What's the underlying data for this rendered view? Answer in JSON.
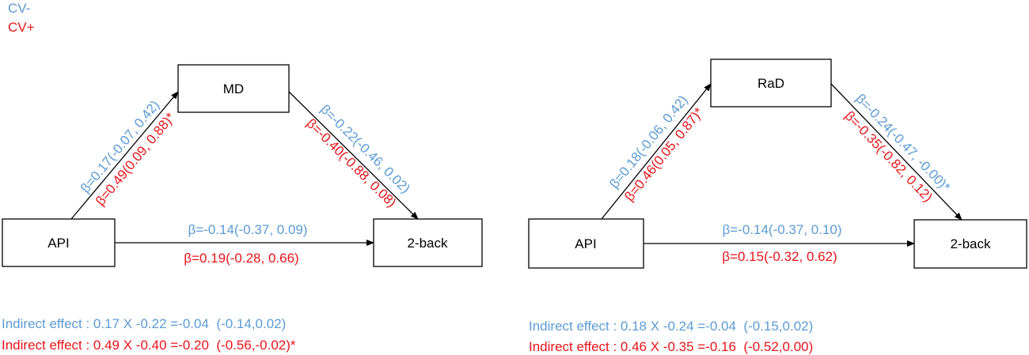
{
  "colors": {
    "cv_minus": "#5b9bd5",
    "cv_plus": "#e8141a",
    "box_border": "#000000",
    "arrow": "#000000"
  },
  "legend": {
    "cv_minus": "CV-",
    "cv_plus": "CV+"
  },
  "panels": [
    {
      "mediator": "MD",
      "predictor": "API",
      "outcome": "2-back",
      "a_path": {
        "cv_minus": "β=0.17(-0.07, 0.42)",
        "cv_plus": "β=0.49(0.09, 0.88)",
        "cv_plus_mark": "*"
      },
      "b_path": {
        "cv_minus": "β=-0.22(-0.46, 0.02)",
        "cv_plus": "β=-0.40(-0.88, 0.08)"
      },
      "c_path": {
        "cv_minus": "β=-0.14(-0.37, 0.09)",
        "cv_plus": "β=0.19(-0.28, 0.66)"
      },
      "indirect": {
        "cv_minus": "Indirect effect : 0.17 X -0.22 =-0.04  (-0.14,0.02)",
        "cv_plus": "Indirect effect : 0.49 X -0.40 =-0.20  (-0.56,-0.02)*"
      }
    },
    {
      "mediator": "RaD",
      "predictor": "API",
      "outcome": "2-back",
      "a_path": {
        "cv_minus": "β=0.18(-0.06, 0.42)",
        "cv_plus": "β=0.46(0.05, 0.87)",
        "cv_plus_mark": "*"
      },
      "b_path": {
        "cv_minus": "β=-0.24(-0.47, -0.00)",
        "cv_minus_mark": "*",
        "cv_plus": "β=-0.35(-0.82, 0.12)"
      },
      "c_path": {
        "cv_minus": "β=-0.14(-0.37, 0.10)",
        "cv_plus": "β=0.15(-0.32, 0.62)"
      },
      "indirect": {
        "cv_minus": "Indirect effect : 0.18 X -0.24 =-0.04  (-0.15,0.02)",
        "cv_plus": "Indirect effect : 0.46 X -0.35 =-0.16  (-0.52,0.00)"
      }
    }
  ]
}
